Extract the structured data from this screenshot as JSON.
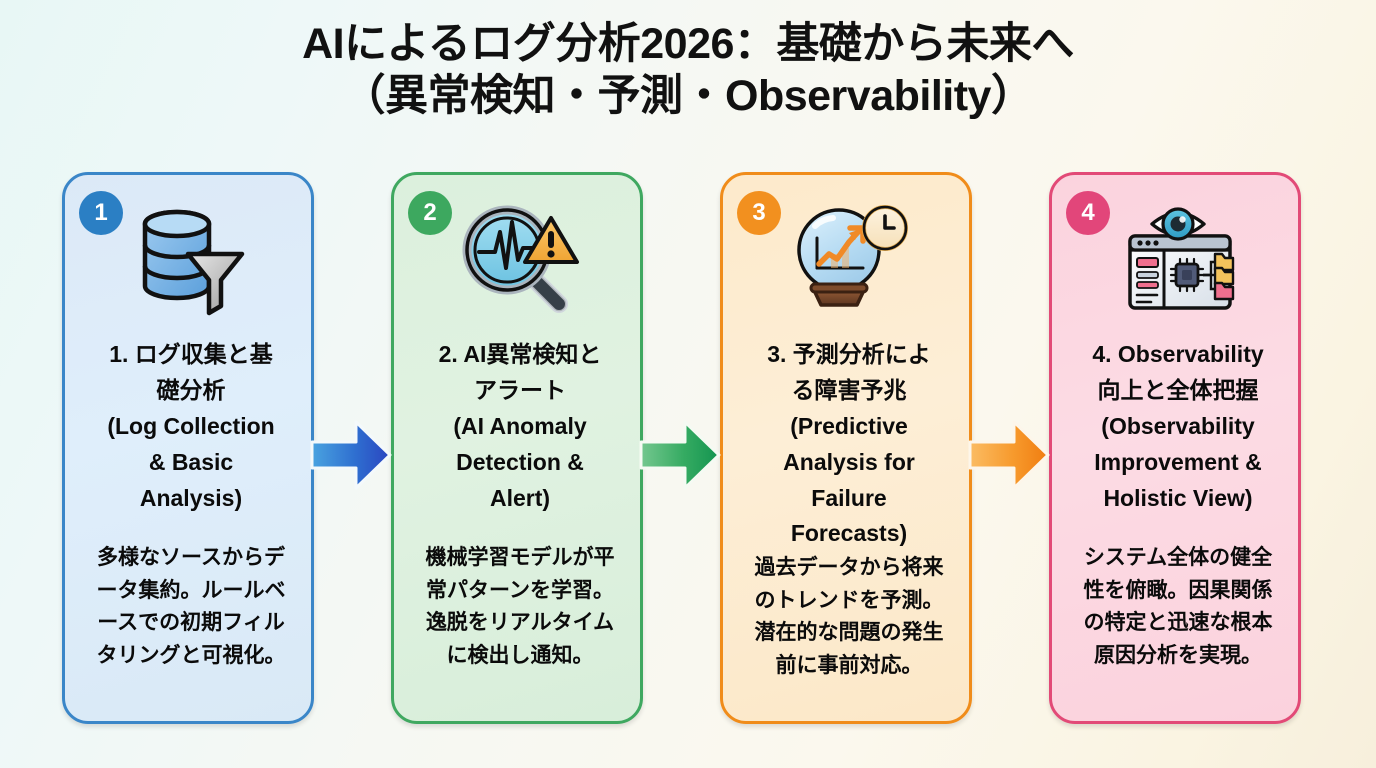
{
  "title": {
    "line1": "AIによるログ分析2026：基礎から未来へ",
    "line2": "（異常検知・予測・Observability）"
  },
  "colors": {
    "card1_accent": "#3a86c8",
    "card2_accent": "#3fa860",
    "card3_accent": "#f08c1a",
    "card4_accent": "#e24a77",
    "badge1": "#2b7fc4",
    "badge2": "#3da85f",
    "badge3": "#f2901f",
    "badge4": "#e2467a",
    "arrow1_from": "#4aa3e0",
    "arrow1_to": "#2a45c0",
    "arrow2_from": "#6fc28c",
    "arrow2_to": "#179a52",
    "arrow3_from": "#f9b65a",
    "arrow3_to": "#f07e12"
  },
  "cards": [
    {
      "number": "1",
      "icon": "database-funnel-icon",
      "title": "1. ログ収集と基\n礎分析\n(Log Collection\n& Basic\nAnalysis)",
      "description": "多様なソースからデ\nータ集約。ルールベ\nースでの初期フィル\nタリングと可視化。"
    },
    {
      "number": "2",
      "icon": "magnifier-waveform-alert-icon",
      "title": "2. AI異常検知と\nアラート\n(AI Anomaly\nDetection &\nAlert)",
      "description": "機械学習モデルが平\n常パターンを学習。\n逸脱をリアルタイム\nに検出し通知。"
    },
    {
      "number": "3",
      "icon": "crystal-ball-forecast-icon",
      "title": "3. 予測分析によ\nる障害予兆\n(Predictive\nAnalysis for\nFailure\nForecasts)",
      "description": "過去データから将来\nのトレンドを予測。\n潜在的な問題の発生\n前に事前対応。"
    },
    {
      "number": "4",
      "icon": "dashboard-eye-observability-icon",
      "title": "4. Observability\n向上と全体把握\n(Observability\nImprovement &\nHolistic View)",
      "description": "システム全体の健全\n性を俯瞰。因果関係\nの特定と迅速な根本\n原因分析を実現。"
    }
  ],
  "arrows": [
    {
      "name": "arrow-step1-to-step2"
    },
    {
      "name": "arrow-step2-to-step3"
    },
    {
      "name": "arrow-step3-to-step4"
    }
  ]
}
